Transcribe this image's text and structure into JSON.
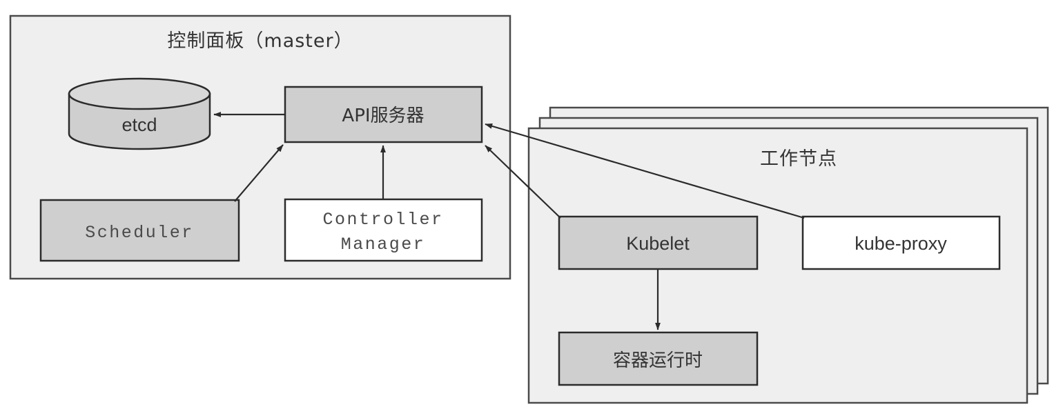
{
  "diagram": {
    "type": "kubernetes-architecture",
    "control_plane": {
      "title": "控制面板（master）",
      "components": {
        "etcd": "etcd",
        "api_server": "API服务器",
        "scheduler": "Scheduler",
        "controller_manager_line1": "Controller",
        "controller_manager_line2": "Manager"
      }
    },
    "worker_node": {
      "title": "工作节点",
      "stacked_copies": 3,
      "components": {
        "kubelet": "Kubelet",
        "kube_proxy": "kube-proxy",
        "container_runtime": "容器运行时"
      }
    },
    "connections": [
      {
        "from": "api_server",
        "to": "etcd",
        "direction": "one-way"
      },
      {
        "from": "scheduler",
        "to": "api_server",
        "direction": "one-way"
      },
      {
        "from": "controller_manager",
        "to": "api_server",
        "direction": "one-way"
      },
      {
        "from": "kubelet",
        "to": "api_server",
        "direction": "one-way"
      },
      {
        "from": "kube_proxy",
        "to": "api_server",
        "direction": "one-way"
      },
      {
        "from": "kubelet",
        "to": "container_runtime",
        "direction": "one-way"
      }
    ],
    "colors": {
      "panel_fill": "#efefef",
      "box_gray": "#cfcfcf",
      "box_white": "#ffffff",
      "stroke": "#2b2b2b",
      "panel_stroke": "#4a4a4a",
      "text": "#333333",
      "background": "#ffffff"
    }
  }
}
